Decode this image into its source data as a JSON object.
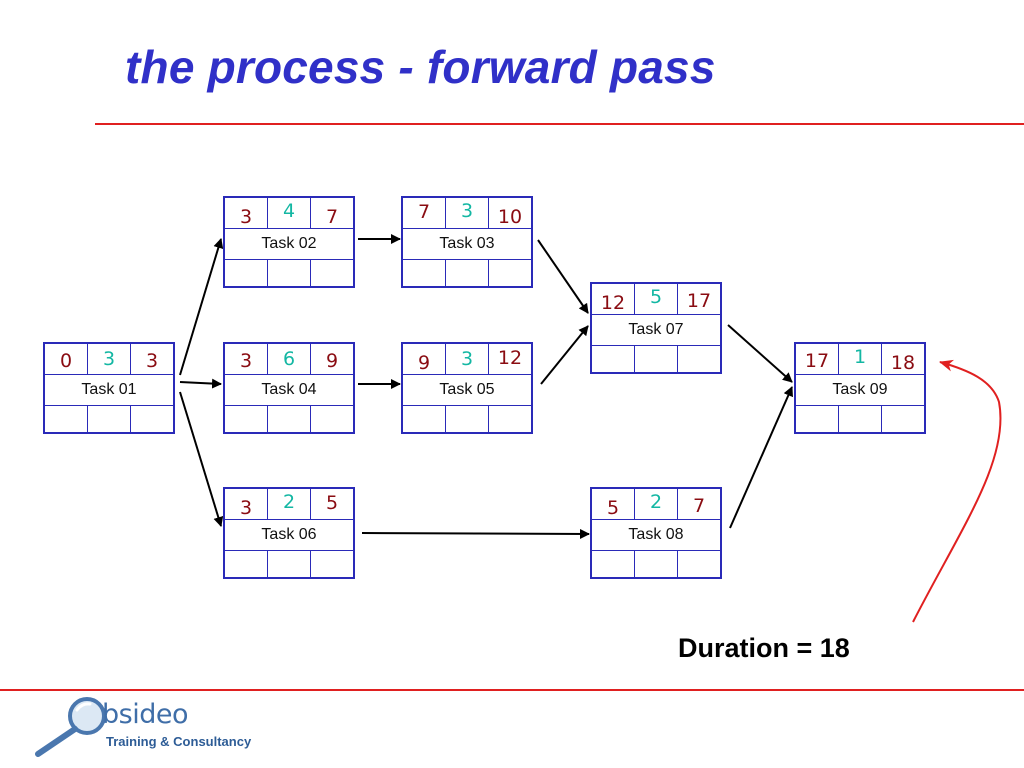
{
  "title": "the process - forward pass",
  "duration_label": "Duration = 18",
  "logo": {
    "word": "bsideo",
    "tagline": "Training & Consultancy"
  },
  "colors": {
    "title": "#3030c8",
    "rule": "#e02020",
    "box": "#2a2ab8",
    "early_times": "#8a0c12",
    "duration": "#13b7a3",
    "annotation_arrow": "#e02020"
  },
  "tasks": {
    "task01": {
      "name": "Task 01",
      "es": "0",
      "dur": "3",
      "ef": "3"
    },
    "task02": {
      "name": "Task 02",
      "es": "3",
      "dur": "4",
      "ef": "7"
    },
    "task03": {
      "name": "Task 03",
      "es": "7",
      "dur": "3",
      "ef": "10"
    },
    "task04": {
      "name": "Task 04",
      "es": "3",
      "dur": "6",
      "ef": "9"
    },
    "task05": {
      "name": "Task 05",
      "es": "9",
      "dur": "3",
      "ef": "12"
    },
    "task06": {
      "name": "Task 06",
      "es": "3",
      "dur": "2",
      "ef": "5"
    },
    "task07": {
      "name": "Task 07",
      "es": "12",
      "dur": "5",
      "ef": "17"
    },
    "task08": {
      "name": "Task 08",
      "es": "5",
      "dur": "2",
      "ef": "7"
    },
    "task09": {
      "name": "Task 09",
      "es": "17",
      "dur": "1",
      "ef": "18"
    }
  },
  "dependencies": [
    [
      "task01",
      "task02"
    ],
    [
      "task01",
      "task04"
    ],
    [
      "task01",
      "task06"
    ],
    [
      "task02",
      "task03"
    ],
    [
      "task04",
      "task05"
    ],
    [
      "task03",
      "task07"
    ],
    [
      "task05",
      "task07"
    ],
    [
      "task07",
      "task09"
    ],
    [
      "task06",
      "task08"
    ],
    [
      "task08",
      "task09"
    ]
  ]
}
